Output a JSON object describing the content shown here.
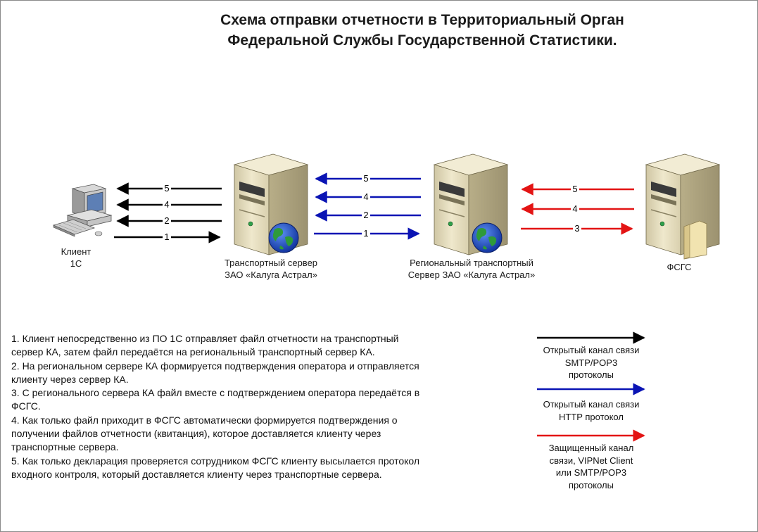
{
  "title": {
    "line1": "Схема отправки отчетности в Территориальный Орган",
    "line2": "Федеральной Службы Государственной Статистики."
  },
  "nodes": {
    "client": {
      "line1": "Клиент",
      "line2": "1С"
    },
    "transport": {
      "line1": "Транспортный сервер",
      "line2": "ЗАО «Калуга Астрал»"
    },
    "regional": {
      "line1": "Региональный транспортный",
      "line2": "Сервер ЗАО «Калуга Астрал»"
    },
    "fsgs": {
      "line1": "ФСГС"
    }
  },
  "arrows": {
    "black": [
      "5",
      "4",
      "2",
      "1"
    ],
    "blue": [
      "5",
      "4",
      "2",
      "1"
    ],
    "red": [
      "5",
      "4",
      "3"
    ]
  },
  "description": [
    "1. Клиент непосредственно из ПО 1С отправляет файл отчетности на транспортный сервер КА, затем файл передаётся на региональный транспортный сервер КА.",
    "2. На региональном сервере КА формируется подтверждения оператора и отправляется клиенту через сервер КА.",
    "3. С регионального сервера КА файл вместе с подтверждением оператора передаётся в ФСГС.",
    "4. Как только файл приходит в ФСГС автоматически формируется подтверждения о получении файлов отчетности (квитанция), которое доставляется клиенту через транспортные сервера.",
    "5. Как только декларация проверяется сотрудником ФСГС клиенту высылается протокол входного контроля, который доставляется клиенту через транспортные сервера."
  ],
  "legend": {
    "black": {
      "line1": "Открытый канал связи",
      "line2": "SMTP/POP3",
      "line3": "протоколы"
    },
    "blue": {
      "line1": "Открытый канал связи",
      "line2": "HTTP протокол"
    },
    "red": {
      "line1": "Защищенный канал",
      "line2": "связи, VIPNet Client",
      "line3": "или SMTP/POP3",
      "line4": "протоколы"
    }
  },
  "colors": {
    "black": "#000000",
    "blue": "#0a14b4",
    "red": "#e31414",
    "server_body": "#e8e0c0"
  },
  "icons": [
    "computer-icon",
    "server-icon",
    "globe-icon",
    "folder-icon"
  ]
}
